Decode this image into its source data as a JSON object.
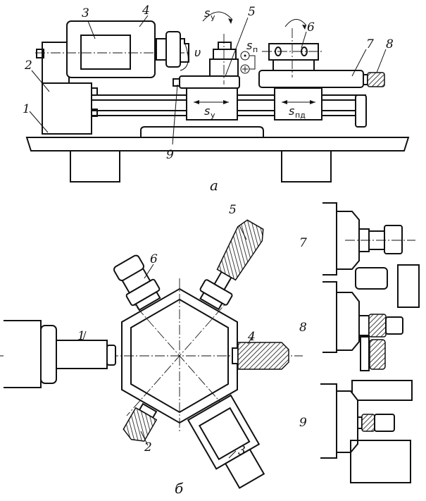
{
  "view_a": {
    "caption": "а",
    "labels": [
      "1",
      "2",
      "3",
      "4",
      "5",
      "6",
      "7",
      "8",
      "9"
    ],
    "cross_feed": {
      "symbol": "s",
      "sub": "у"
    },
    "rotation_feed": {
      "symbol": "s",
      "sub": "у"
    },
    "indexing_feed": {
      "symbol": "s",
      "sub": "п"
    },
    "longitudinal_feed": {
      "symbol": "s",
      "sub": "пд"
    },
    "speed": "υ"
  },
  "view_b": {
    "caption": "б",
    "labels": [
      "1",
      "2",
      "3",
      "4",
      "5",
      "6"
    ],
    "side_labels": [
      "7",
      "8",
      "9"
    ]
  }
}
